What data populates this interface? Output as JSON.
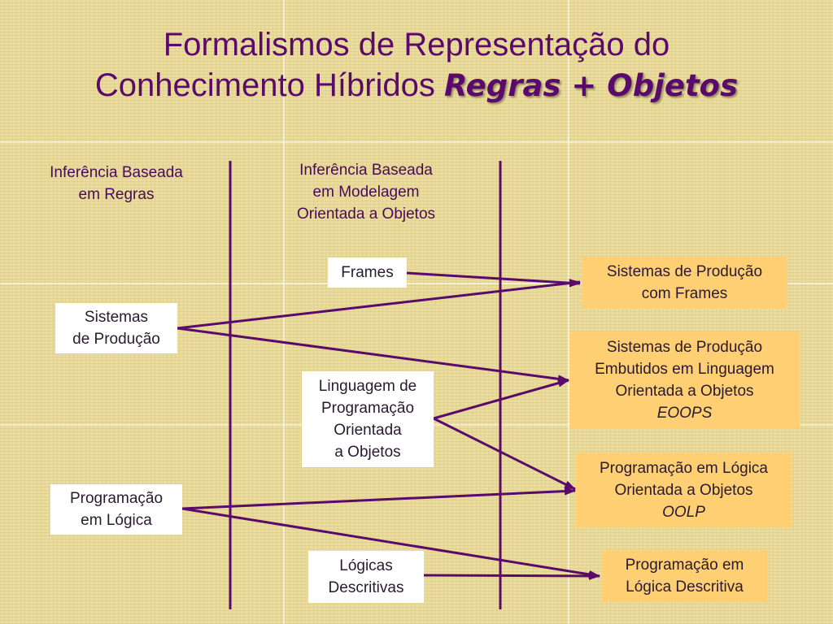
{
  "title": {
    "line1": "Formalismos de Representação do",
    "line2_plain": "Conhecimento Híbridos ",
    "line2_emphasis": "Regras + Objetos"
  },
  "columns": {
    "left": [
      "Inferência Baseada",
      "em Regras"
    ],
    "middle": [
      "Inferência Baseada",
      "em Modelagem",
      "Orientada a Objetos"
    ]
  },
  "left_boxes": {
    "sistemas": [
      "Sistemas",
      "de Produção"
    ],
    "programacao": [
      "Programação",
      "em Lógica"
    ]
  },
  "middle_boxes": {
    "frames": [
      "Frames"
    ],
    "linguagem": [
      "Linguagem de",
      "Programação",
      "Orientada",
      "a Objetos"
    ],
    "logicas": [
      "Lógicas",
      "Descritivas"
    ]
  },
  "right_boxes": {
    "spf": [
      "Sistemas de Produção",
      "com Frames"
    ],
    "eoops": [
      "Sistemas de Produção",
      "Embutidos em Linguagem",
      "Orientada a Objetos"
    ],
    "eoops_acronym": "EOOPS",
    "oolp": [
      "Programação em Lógica",
      "Orientada a Objetos"
    ],
    "oolp_acronym": "OOLP",
    "pld": [
      "Programação em",
      "Lógica Descritiva"
    ]
  },
  "colors": {
    "line": "#5a0a6a",
    "title": "#5a0a6a",
    "result_box": "#ffcf73"
  }
}
